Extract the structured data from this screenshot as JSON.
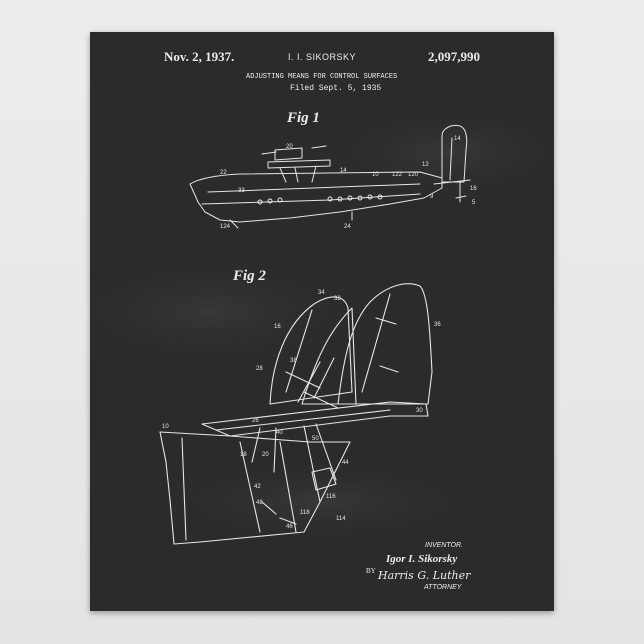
{
  "header": {
    "date": "Nov. 2, 1937.",
    "inventor": "I. I. SIKORSKY",
    "patent_number": "2,097,990",
    "title": "ADJUSTING MEANS FOR CONTROL SURFACES",
    "filed": "Filed Sept. 5, 1935"
  },
  "figures": {
    "fig1_label": "Fig 1",
    "fig2_label": "Fig 2"
  },
  "signature": {
    "inventor_label": "INVENTOR.",
    "inventor_name": "Igor I. Sikorsky",
    "by_label": "BY",
    "attorney_signature": "Harris G. Luther",
    "attorney_label": "ATTORNEY"
  },
  "colors": {
    "board": "#2b2b2a",
    "chalk": "#ececec",
    "wall": "#e9e9ea"
  }
}
